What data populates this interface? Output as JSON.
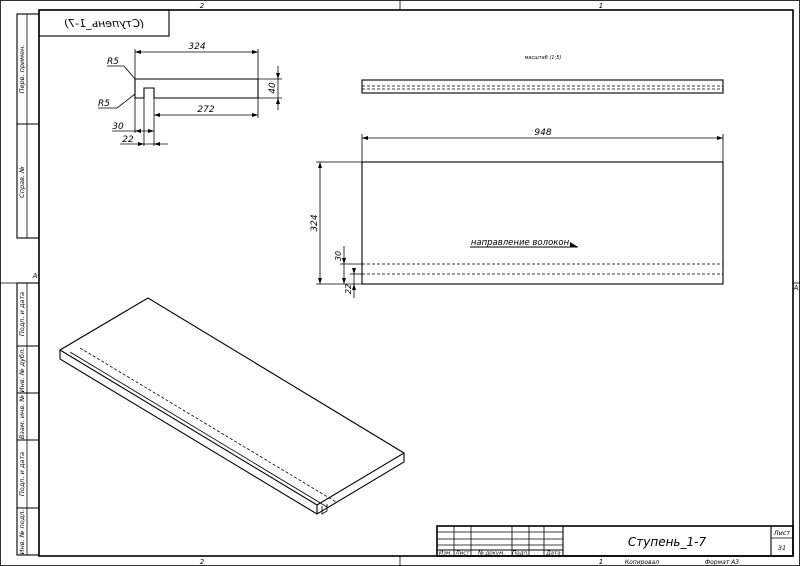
{
  "zones": {
    "top_left": "2",
    "top_right": "1",
    "bottom_left": "2",
    "bottom_right": "1",
    "left": "A",
    "right": "A"
  },
  "mirrored_label": "(Ступень_1-7)",
  "side_margin": {
    "perv_primen": "Перв. примен.",
    "sprav_no": "Справ. №",
    "podp_i_data_1": "Подп. и дата",
    "inv_no_dubl": "Инв. № дубл.",
    "vzam_inv_no": "Взам. инв. №",
    "podp_i_data_2": "Подп. и дата",
    "inv_no_podl": "Инв. № подл."
  },
  "profile_view": {
    "dim_length": "324",
    "dim_height": "40",
    "dim_inner": "272",
    "dim_30": "30",
    "dim_22": "22",
    "radius_top": "R5",
    "radius_bottom": "R5"
  },
  "front_view": {
    "scale_label": "масштаб (1:5)",
    "dim_width": "948",
    "dim_depth": "324",
    "dim_30": "30",
    "dim_22": "22",
    "grain_label": "направление волокон"
  },
  "title_block": {
    "title": "Ступень_1-7",
    "sheet_label": "Лист",
    "sheet_no": "31",
    "col_izm": "Изм.",
    "col_list": "Лист",
    "col_docum": "№ докум.",
    "col_podp": "Подп.",
    "col_data": "Дата",
    "copied": "Копировал",
    "format": "Формат А3"
  }
}
